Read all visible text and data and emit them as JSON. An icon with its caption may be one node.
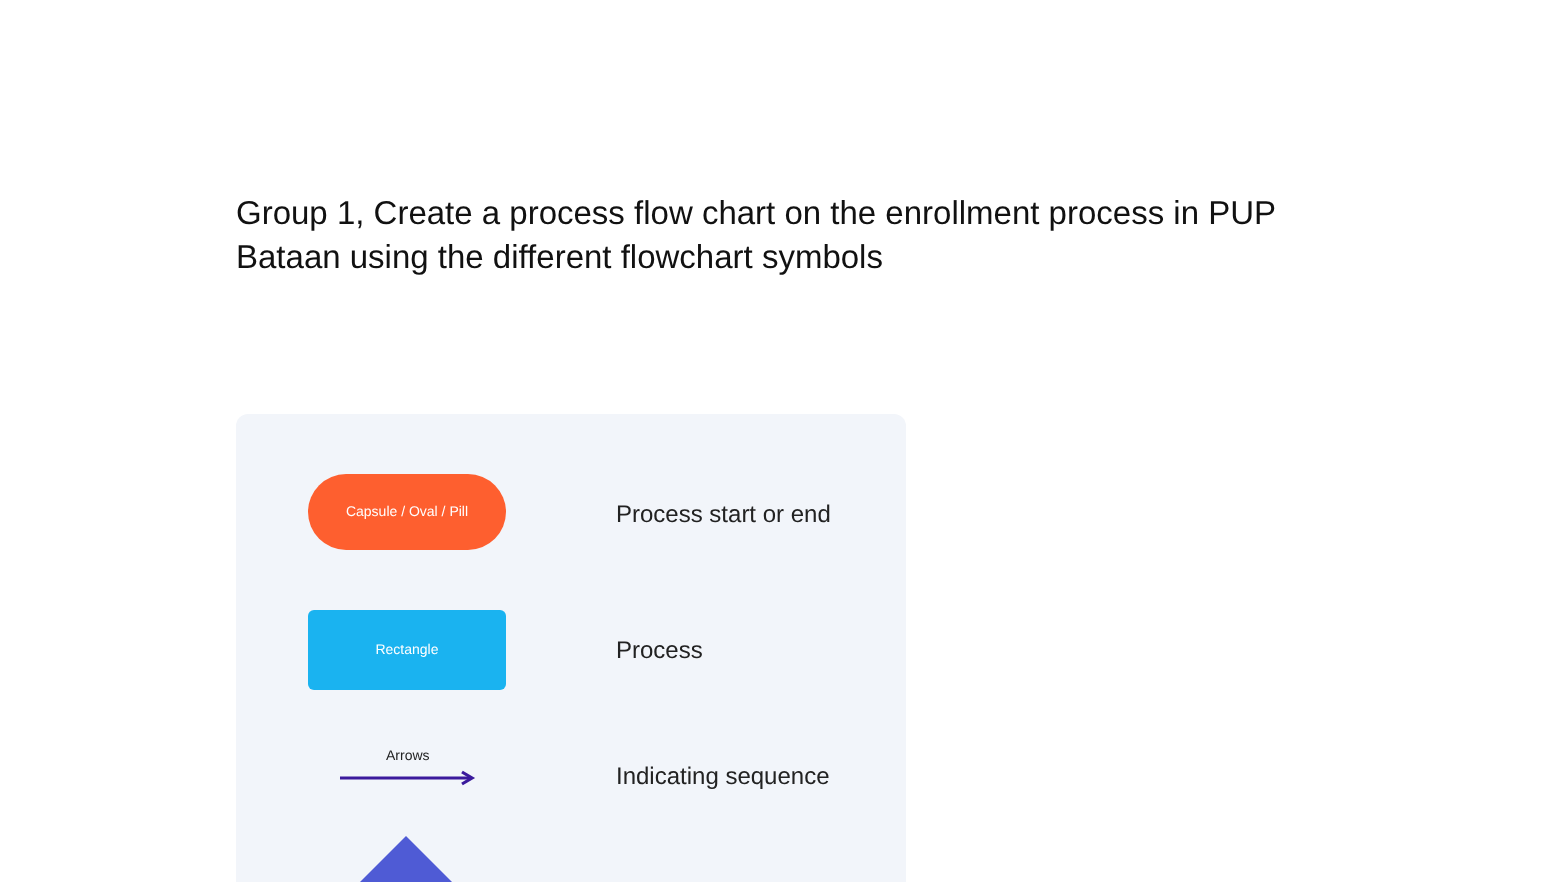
{
  "diagram": {
    "title": "Group 1, Create a process flow chart on the enrollment process in PUP Bataan using the different flowchart symbols",
    "nodes": [
      {
        "text": [
          "Capsule / Oval / Pill"
        ]
      },
      {
        "text": [
          "Rectangle"
        ]
      },
      {
        "text": [],
        "shape": "diamond"
      }
    ],
    "edges": [],
    "labels": [
      "Process start or end",
      "Process",
      "Arrows",
      "Indicating sequence"
    ]
  }
}
